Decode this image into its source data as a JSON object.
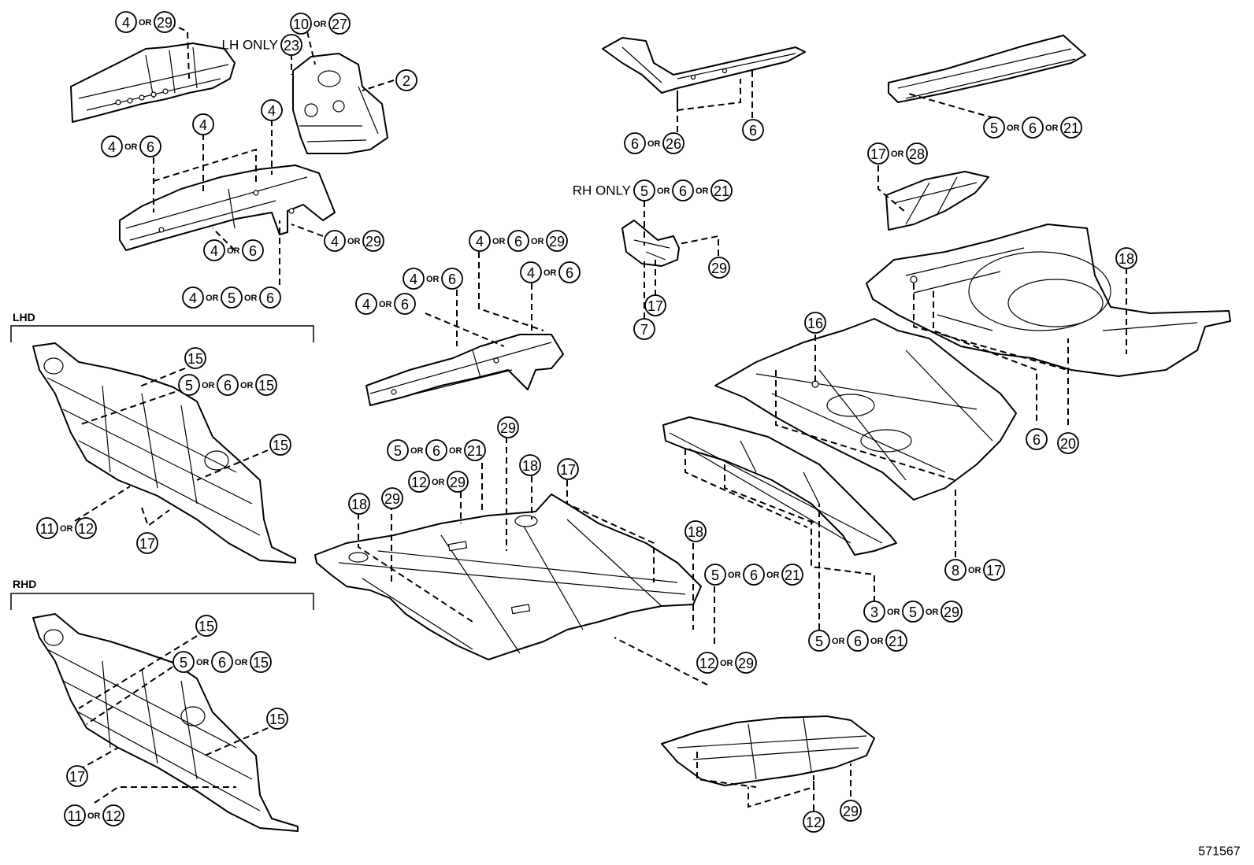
{
  "section_labels": {
    "lhd": "LHD",
    "rhd": "RHD"
  },
  "notes": {
    "lh_only": "LH ONLY",
    "rh_only": "RH ONLY"
  },
  "or_text": "OR",
  "catalog_number": "571567",
  "callouts": [
    {
      "id": "c-top-left-1",
      "parts": [
        "4",
        "29"
      ]
    },
    {
      "id": "c-top-left-2",
      "parts": [
        "10",
        "27"
      ]
    },
    {
      "id": "c-lh-only",
      "note": "lh_only",
      "parts": [
        "23"
      ]
    },
    {
      "id": "c-apron-2",
      "parts": [
        "2"
      ]
    },
    {
      "id": "c-apron-4a",
      "parts": [
        "4"
      ]
    },
    {
      "id": "c-apron-4b",
      "parts": [
        "4"
      ]
    },
    {
      "id": "c-rail-4-6",
      "parts": [
        "4",
        "6"
      ]
    },
    {
      "id": "c-rail-low-4-6",
      "parts": [
        "4",
        "6"
      ]
    },
    {
      "id": "c-rail-4-29",
      "parts": [
        "4",
        "29"
      ]
    },
    {
      "id": "c-rail-4-5-6",
      "parts": [
        "4",
        "5",
        "6"
      ]
    },
    {
      "id": "c-top-mid-6-26",
      "parts": [
        "6",
        "26"
      ]
    },
    {
      "id": "c-top-mid-6",
      "parts": [
        "6"
      ]
    },
    {
      "id": "c-top-right-5-6-21",
      "parts": [
        "5",
        "6",
        "21"
      ]
    },
    {
      "id": "c-right-17-28",
      "parts": [
        "17",
        "28"
      ]
    },
    {
      "id": "c-rh-only",
      "note": "rh_only",
      "parts": [
        "5",
        "6",
        "21"
      ]
    },
    {
      "id": "c-bracket-29",
      "parts": [
        "29"
      ]
    },
    {
      "id": "c-bracket-17",
      "parts": [
        "17"
      ]
    },
    {
      "id": "c-bracket-7",
      "parts": [
        "7"
      ]
    },
    {
      "id": "c-mid-4-6-29",
      "parts": [
        "4",
        "6",
        "29"
      ]
    },
    {
      "id": "c-mid-4-6-a",
      "parts": [
        "4",
        "6"
      ]
    },
    {
      "id": "c-mid-4-6-b",
      "parts": [
        "4",
        "6"
      ]
    },
    {
      "id": "c-mid-4-6-c",
      "parts": [
        "4",
        "6"
      ]
    },
    {
      "id": "c-rear-18",
      "parts": [
        "18"
      ]
    },
    {
      "id": "c-rear-16",
      "parts": [
        "16"
      ]
    },
    {
      "id": "c-rear-6",
      "parts": [
        "6"
      ]
    },
    {
      "id": "c-rear-20",
      "parts": [
        "20"
      ]
    },
    {
      "id": "c-lhd-15a",
      "parts": [
        "15"
      ]
    },
    {
      "id": "c-lhd-5-6-15",
      "parts": [
        "5",
        "6",
        "15"
      ]
    },
    {
      "id": "c-lhd-15b",
      "parts": [
        "15"
      ]
    },
    {
      "id": "c-lhd-11-12",
      "parts": [
        "11",
        "12"
      ]
    },
    {
      "id": "c-lhd-17",
      "parts": [
        "17"
      ]
    },
    {
      "id": "c-floor-5-6-21",
      "parts": [
        "5",
        "6",
        "21"
      ]
    },
    {
      "id": "c-floor-29-top",
      "parts": [
        "29"
      ]
    },
    {
      "id": "c-floor-12-29",
      "parts": [
        "12",
        "29"
      ]
    },
    {
      "id": "c-floor-18a",
      "parts": [
        "18"
      ]
    },
    {
      "id": "c-floor-17",
      "parts": [
        "17"
      ]
    },
    {
      "id": "c-floor-18b",
      "parts": [
        "18"
      ]
    },
    {
      "id": "c-floor-29-left",
      "parts": [
        "29"
      ]
    },
    {
      "id": "c-floor-18-right",
      "parts": [
        "18"
      ]
    },
    {
      "id": "c-floor-5-6-21-right",
      "parts": [
        "5",
        "6",
        "21"
      ]
    },
    {
      "id": "c-floor-12-29-low",
      "parts": [
        "12",
        "29"
      ]
    },
    {
      "id": "c-tunnel-3-5-29",
      "parts": [
        "3",
        "5",
        "29"
      ]
    },
    {
      "id": "c-tunnel-5-6-21",
      "parts": [
        "5",
        "6",
        "21"
      ]
    },
    {
      "id": "c-center-8-17",
      "parts": [
        "8",
        "17"
      ]
    },
    {
      "id": "c-rhd-15a",
      "parts": [
        "15"
      ]
    },
    {
      "id": "c-rhd-5-6-15",
      "parts": [
        "5",
        "6",
        "15"
      ]
    },
    {
      "id": "c-rhd-15b",
      "parts": [
        "15"
      ]
    },
    {
      "id": "c-rhd-17",
      "parts": [
        "17"
      ]
    },
    {
      "id": "c-rhd-11-12",
      "parts": [
        "11",
        "12"
      ]
    },
    {
      "id": "c-bottom-12",
      "parts": [
        "12"
      ]
    },
    {
      "id": "c-bottom-29",
      "parts": [
        "29"
      ]
    }
  ]
}
